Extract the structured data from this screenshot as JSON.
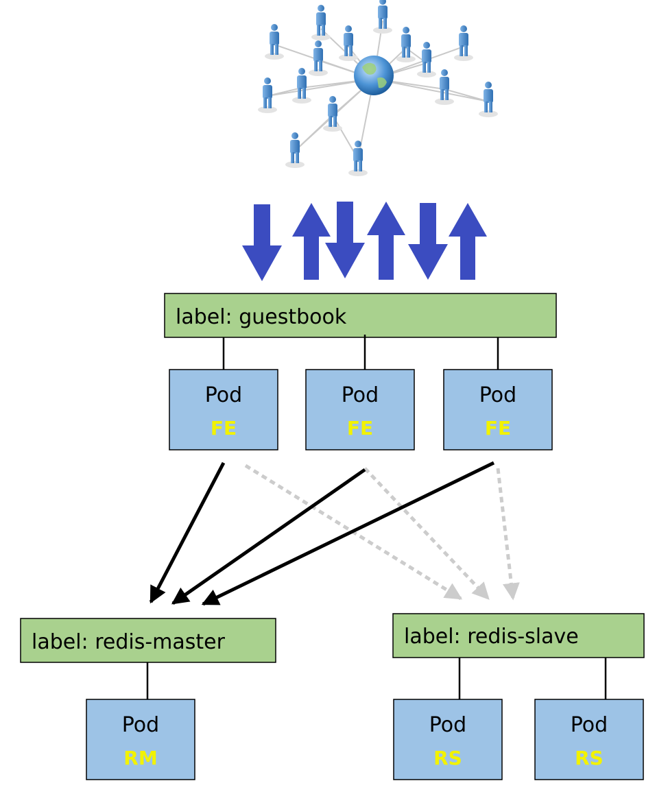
{
  "colors": {
    "label_fill": "#a9d18e",
    "pod_fill": "#9dc3e6",
    "role_text": "#f2f200",
    "traffic_arrow": "#3b4cc0",
    "solid_arrow": "#000000",
    "dotted_arrow": "#cccccc"
  },
  "icons": {
    "network": "people-network-globe-icon"
  },
  "labels": {
    "guestbook": "label: guestbook",
    "redis_master": "label: redis-master",
    "redis_slave": "label: redis-slave"
  },
  "pods": {
    "fe1": {
      "title": "Pod",
      "role": "FE"
    },
    "fe2": {
      "title": "Pod",
      "role": "FE"
    },
    "fe3": {
      "title": "Pod",
      "role": "FE"
    },
    "rm": {
      "title": "Pod",
      "role": "RM"
    },
    "rs1": {
      "title": "Pod",
      "role": "RS"
    },
    "rs2": {
      "title": "Pod",
      "role": "RS"
    }
  }
}
